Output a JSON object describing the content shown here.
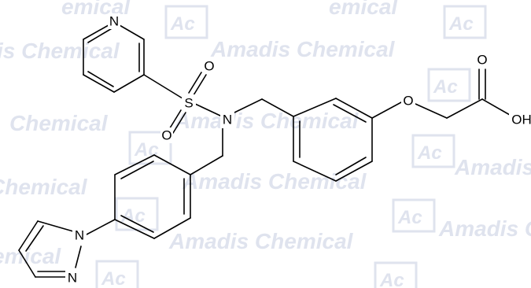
{
  "watermark": {
    "brand_text": "Amadis Chemical",
    "chemical_text": "Chemical",
    "partial_left": "is Chemical",
    "partial_top": "emical",
    "logo_text": "Ac",
    "color": "#dfe3ee"
  },
  "molecule": {
    "atoms": {
      "pyridine_n": "N",
      "sulfonyl_s": "S",
      "sulfonyl_o_top": "O",
      "sulfonyl_o_bottom": "O",
      "amine_n": "N",
      "ether_o": "O",
      "carbonyl_o": "O",
      "hydroxyl": "OH",
      "pyrazole_n1": "N",
      "pyrazole_n2": "N"
    },
    "bond_color": "#000000"
  }
}
